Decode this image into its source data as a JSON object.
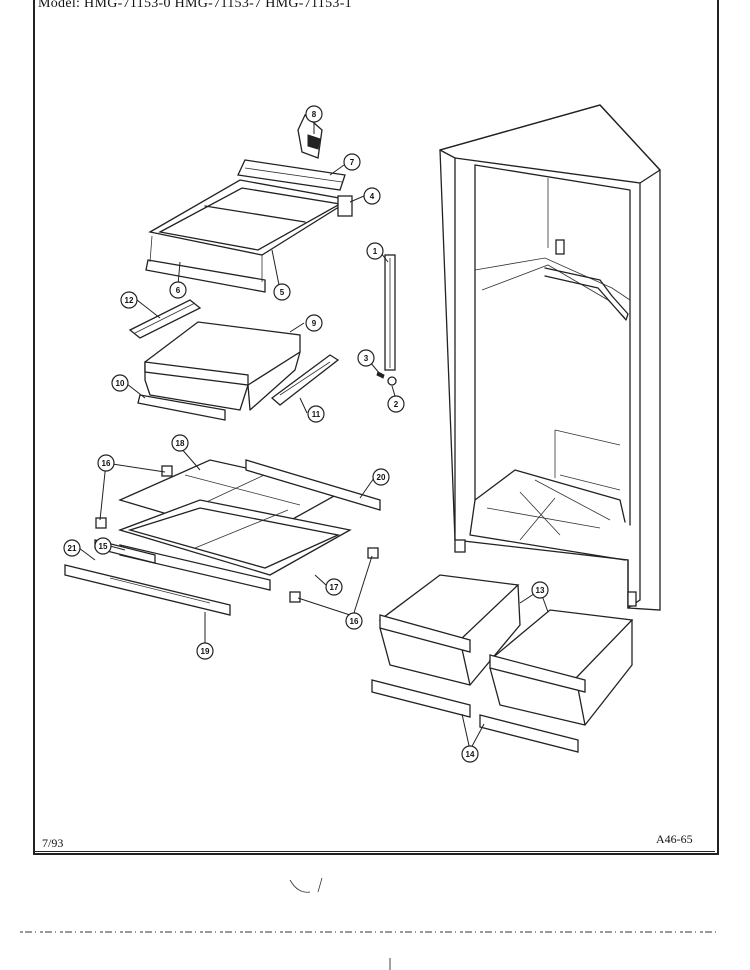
{
  "header": {
    "model_line": "Model: HMG-71153-0  HMG-71153-7  HMG-71153-1"
  },
  "footer": {
    "date": "7/93",
    "diagram_code": "A46-65"
  },
  "callouts": [
    {
      "id": "c1",
      "label": "1"
    },
    {
      "id": "c2",
      "label": "2"
    },
    {
      "id": "c3",
      "label": "3"
    },
    {
      "id": "c4",
      "label": "4"
    },
    {
      "id": "c5",
      "label": "5"
    },
    {
      "id": "c6",
      "label": "6"
    },
    {
      "id": "c7",
      "label": "7"
    },
    {
      "id": "c8",
      "label": "8"
    },
    {
      "id": "c9",
      "label": "9"
    },
    {
      "id": "c10",
      "label": "10"
    },
    {
      "id": "c11",
      "label": "11"
    },
    {
      "id": "c12",
      "label": "12"
    },
    {
      "id": "c13",
      "label": "13"
    },
    {
      "id": "c14",
      "label": "14"
    },
    {
      "id": "c15",
      "label": "15"
    },
    {
      "id": "c16a",
      "label": "16"
    },
    {
      "id": "c16b",
      "label": "16"
    },
    {
      "id": "c17",
      "label": "17"
    },
    {
      "id": "c18",
      "label": "18"
    },
    {
      "id": "c19",
      "label": "19"
    },
    {
      "id": "c20",
      "label": "20"
    },
    {
      "id": "c21",
      "label": "21"
    }
  ]
}
